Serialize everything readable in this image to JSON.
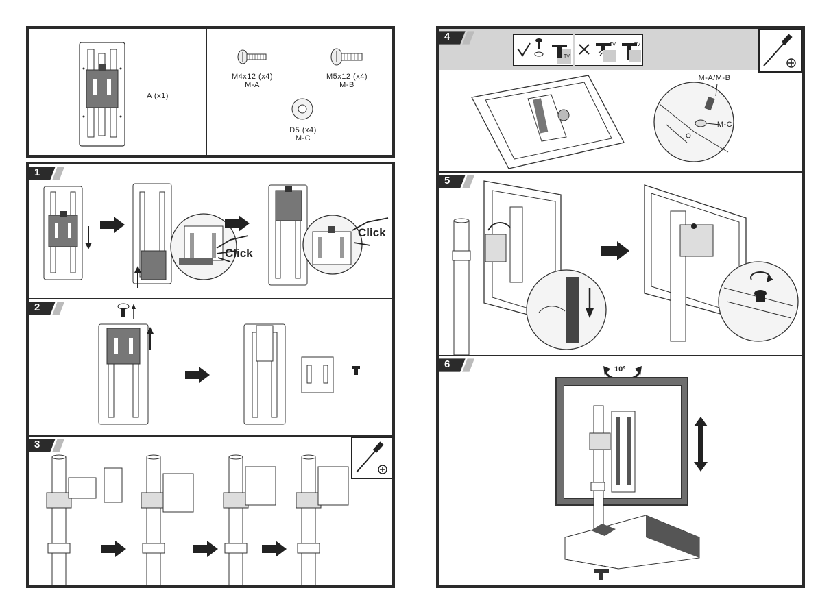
{
  "parts": {
    "a_label": "A (x1)",
    "screw_a_size": "M4x12 (x4)",
    "screw_a_code": "M-A",
    "screw_b_size": "M5x12 (x4)",
    "screw_b_code": "M-B",
    "washer_size": "D5 (x4)",
    "washer_code": "M-C"
  },
  "steps": {
    "s1": "1",
    "s2": "2",
    "s3": "3",
    "s4": "4",
    "s5": "5",
    "s6": "6"
  },
  "callouts": {
    "click_1": "Click",
    "click_2": "Click",
    "screw_label": "M-A/M-B",
    "washer_label": "M-C",
    "tv_1": "TV",
    "tv_2": "TV",
    "tv_3": "TV",
    "rotate": "10°"
  },
  "icons": {
    "screwdriver": "screwdriver-icon",
    "phillips": "phillips-head-icon",
    "check": "check-icon",
    "cross": "cross-icon"
  },
  "colors": {
    "frame": "#2a2a2a",
    "step_bar": "#2b2b2b",
    "header_gray": "#d4d4d4",
    "plate_gray": "#6e6e6e"
  }
}
